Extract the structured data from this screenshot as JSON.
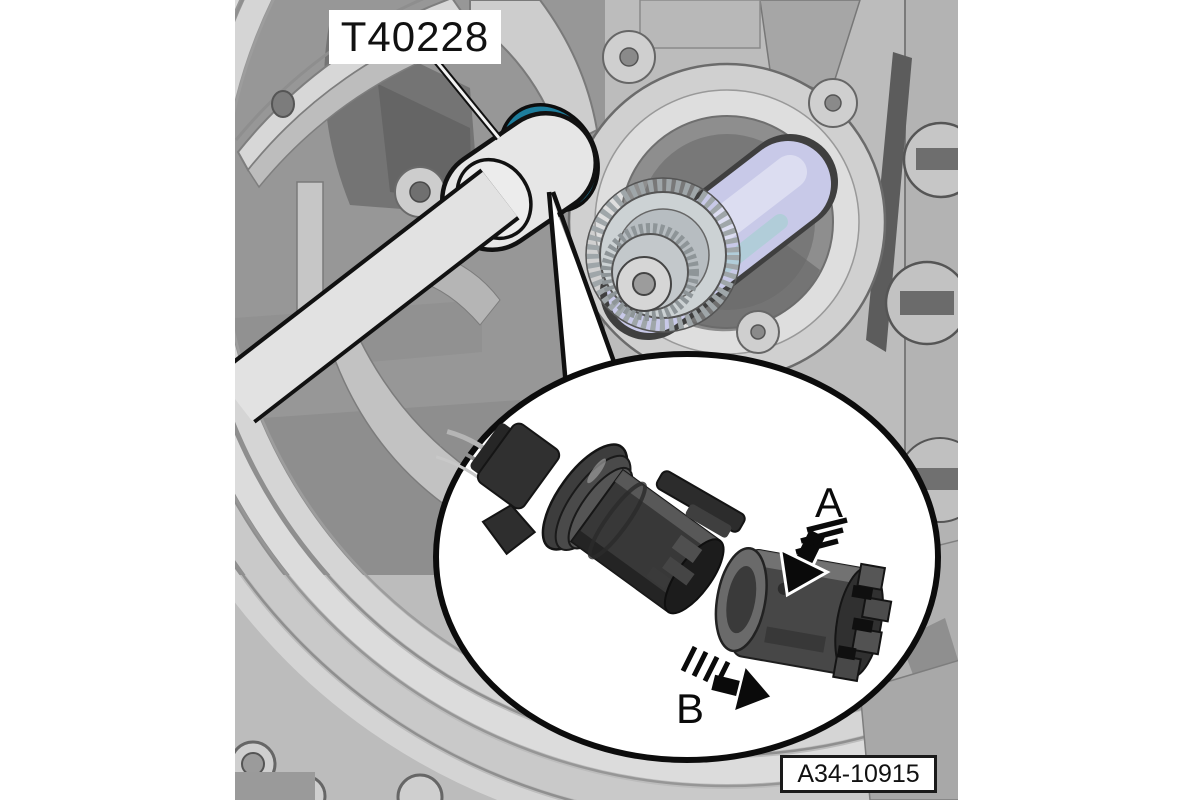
{
  "figure": {
    "tool_label": "T40228",
    "figure_ref": "A34-10915",
    "inset": {
      "label_a": "A",
      "label_b": "B",
      "arrow_a_meaning": "press-in direction arrow",
      "arrow_b_meaning": "release direction arrow"
    },
    "colors": {
      "collar_teal": "#1d7d9c",
      "collar_teal_dark": "#0e5a74",
      "shaft_lavender": "#c8c9e8",
      "tool_gray": "#e6e6e6",
      "housing_gray": "#b9b9b9",
      "outline_black": "#111111",
      "inset_white": "#ffffff"
    }
  }
}
